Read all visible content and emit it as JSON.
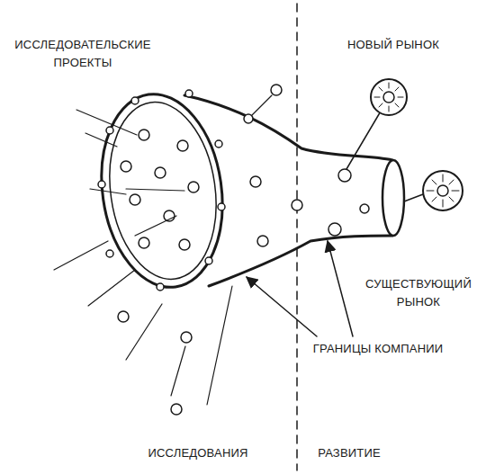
{
  "diagram": {
    "labels": [
      "ИССЛЕДОВАТЕЛЬСКИЕ ПРОЕКТЫ",
      "НОВЫЙ РЫНОК",
      "СУЩЕСТВУЮЩИЙ РЫНОК",
      "ГРАНИЦЫ КОМПАНИИ",
      "ИССЛЕДОВАНИЯ",
      "РАЗВИТИЕ"
    ]
  }
}
